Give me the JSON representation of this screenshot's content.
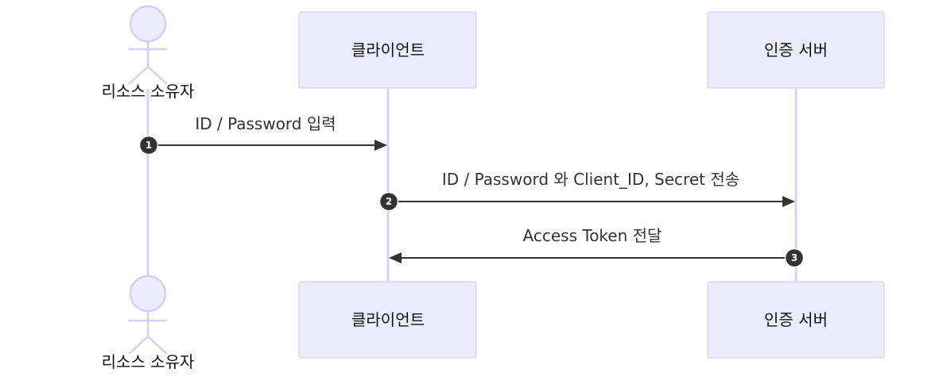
{
  "diagram": {
    "type": "sequence",
    "colors": {
      "participant_fill": "#ececff",
      "participant_border": "#d7cdf6",
      "lifeline": "#d9d0f5",
      "arrow": "#333333",
      "text": "#333333"
    },
    "participants": {
      "owner": {
        "label": "리소스 소유자",
        "kind": "actor"
      },
      "client": {
        "label": "클라이언트",
        "kind": "box"
      },
      "auth": {
        "label": "인증 서버",
        "kind": "box"
      }
    },
    "messages": [
      {
        "number": "1",
        "from": "owner",
        "to": "client",
        "text": "ID / Password 입력"
      },
      {
        "number": "2",
        "from": "client",
        "to": "auth",
        "text": "ID / Password 와 Client_ID, Secret 전송"
      },
      {
        "number": "3",
        "from": "auth",
        "to": "client",
        "text": "Access Token 전달"
      }
    ]
  }
}
